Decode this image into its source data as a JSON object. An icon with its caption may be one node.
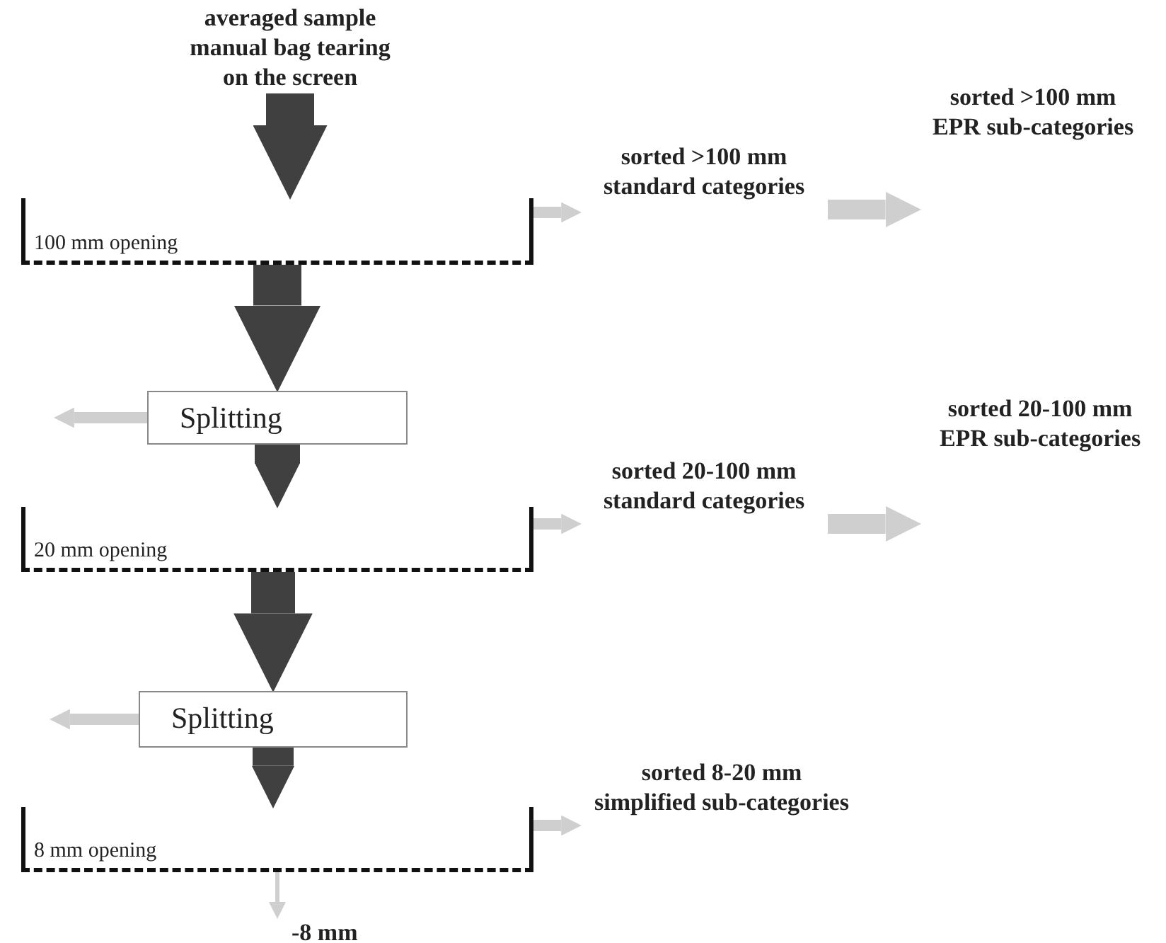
{
  "diagram": {
    "nodes": [
      {
        "text": [
          "averaged sample manual bag tearing on the screen"
        ]
      },
      {
        "text": [
          "100 mm opening"
        ]
      },
      {
        "text": [
          "sorted >100 mm standard categories"
        ]
      },
      {
        "text": [
          "sorted >100 mm EPR sub-categories"
        ]
      },
      {
        "text": [
          "Splitting"
        ]
      },
      {
        "text": [
          "20 mm opening"
        ]
      },
      {
        "text": [
          "sorted 20-100 mm standard categories"
        ]
      },
      {
        "text": [
          "sorted 20-100 mm EPR sub-categories"
        ]
      },
      {
        "text": [
          "Splitting"
        ]
      },
      {
        "text": [
          "8 mm opening"
        ]
      },
      {
        "text": [
          "sorted 8-20 mm simplified sub-categories"
        ]
      },
      {
        "text": [
          "-8 mm"
        ]
      }
    ],
    "edges": [
      {
        "from": 0,
        "to": 1,
        "arrow": "to",
        "style": "thick",
        "color": "#404040"
      },
      {
        "from": 1,
        "to": 2,
        "arrow": "to"
      },
      {
        "from": 2,
        "to": 3,
        "arrow": "to"
      },
      {
        "from": 1,
        "to": 4,
        "arrow": "to",
        "style": "thick",
        "color": "#404040"
      },
      {
        "from": 4,
        "to": null,
        "arrow": "to"
      },
      {
        "from": 4,
        "to": 5,
        "arrow": "to",
        "style": "thick",
        "color": "#404040"
      },
      {
        "from": 5,
        "to": 6,
        "arrow": "to"
      },
      {
        "from": 6,
        "to": 7,
        "arrow": "to"
      },
      {
        "from": 5,
        "to": 8,
        "arrow": "to",
        "style": "thick",
        "color": "#404040"
      },
      {
        "from": 8,
        "to": null,
        "arrow": "to"
      },
      {
        "from": 8,
        "to": 9,
        "arrow": "to",
        "style": "thick",
        "color": "#404040"
      },
      {
        "from": 9,
        "to": 10,
        "arrow": "to"
      },
      {
        "from": 9,
        "to": 11,
        "arrow": "to"
      }
    ]
  }
}
